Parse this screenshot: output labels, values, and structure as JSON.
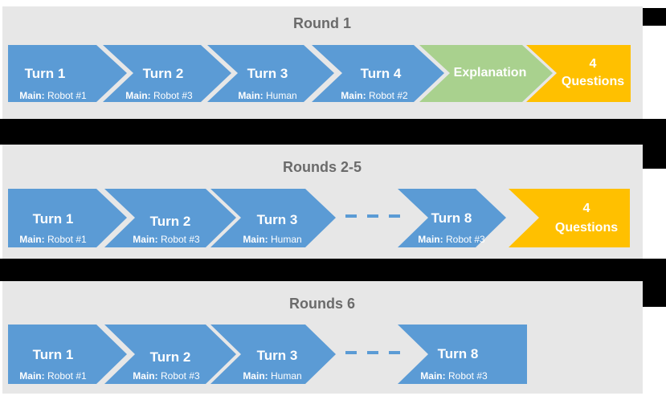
{
  "rounds": [
    {
      "title": "Round 1",
      "steps": [
        {
          "kind": "turn",
          "label": "Turn 1",
          "main_label": "Main:",
          "main_value": "Robot #1"
        },
        {
          "kind": "turn",
          "label": "Turn 2",
          "main_label": "Main:",
          "main_value": "Robot #3"
        },
        {
          "kind": "turn",
          "label": "Turn 3",
          "main_label": "Main:",
          "main_value": "Human"
        },
        {
          "kind": "turn",
          "label": "Turn 4",
          "main_label": "Main:",
          "main_value": "Robot #2"
        },
        {
          "kind": "explanation",
          "label": "Explanation"
        },
        {
          "kind": "questions",
          "label_line1": "4",
          "label_line2": "Questions"
        }
      ]
    },
    {
      "title": "Rounds 2-5",
      "steps": [
        {
          "kind": "turn",
          "label": "Turn 1",
          "main_label": "Main:",
          "main_value": "Robot #1"
        },
        {
          "kind": "turn",
          "label": "Turn 2",
          "main_label": "Main:",
          "main_value": "Robot #3"
        },
        {
          "kind": "turn",
          "label": "Turn 3",
          "main_label": "Main:",
          "main_value": "Human"
        },
        {
          "kind": "ellipsis"
        },
        {
          "kind": "turn",
          "label": "Turn 8",
          "main_label": "Main:",
          "main_value": "Robot #3"
        },
        {
          "kind": "questions",
          "label_line1": "4",
          "label_line2": "Questions"
        }
      ]
    },
    {
      "title": "Rounds 6",
      "steps": [
        {
          "kind": "turn",
          "label": "Turn 1",
          "main_label": "Main:",
          "main_value": "Robot #1"
        },
        {
          "kind": "turn",
          "label": "Turn 2",
          "main_label": "Main:",
          "main_value": "Robot #3"
        },
        {
          "kind": "turn",
          "label": "Turn 3",
          "main_label": "Main:",
          "main_value": "Human"
        },
        {
          "kind": "ellipsis"
        },
        {
          "kind": "turn-end",
          "label": "Turn 8",
          "main_label": "Main:",
          "main_value": "Robot #3"
        }
      ]
    }
  ],
  "colors": {
    "panel_bg": "#e7e7e7",
    "title_text": "#6b6b6b",
    "turn_fill": "#5b9bd5",
    "explanation_fill": "#a9d18e",
    "questions_fill": "#ffc000",
    "step_text": "#ffffff",
    "connector": "#000000",
    "ellipsis": "#5b9bd5"
  }
}
